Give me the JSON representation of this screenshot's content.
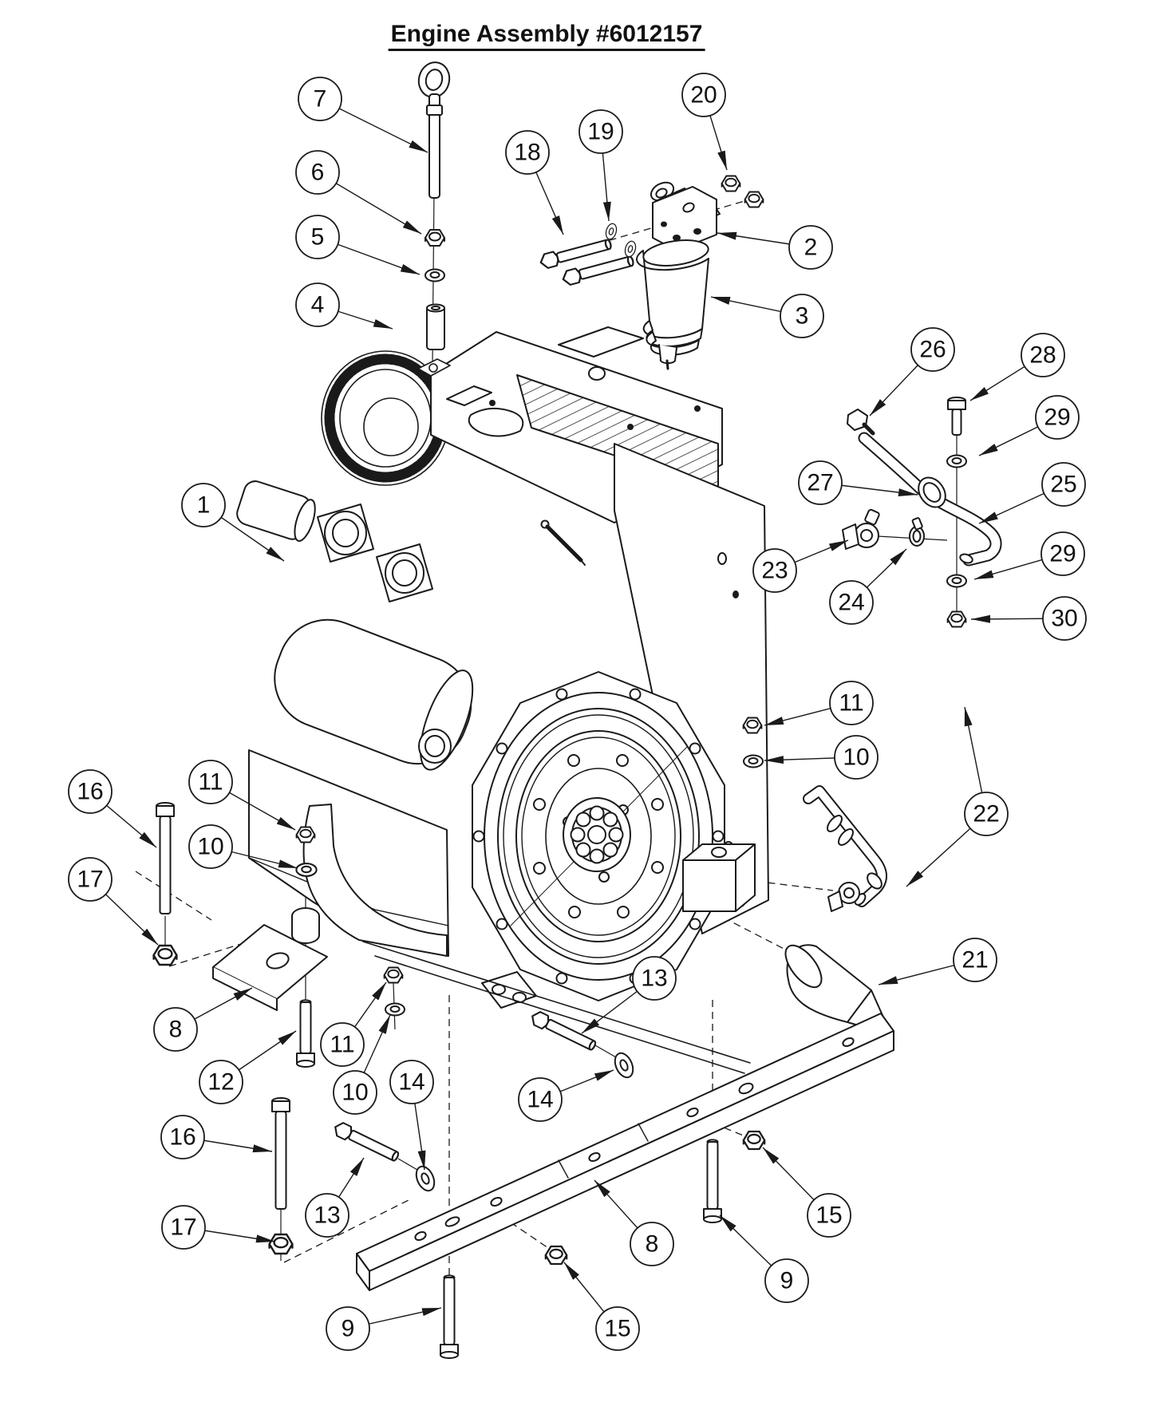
{
  "page": {
    "background": "#ffffff",
    "line_color": "#1a1a1a"
  },
  "header": {
    "title": "Engine Assembly #6012157"
  },
  "diagram": {
    "type": "exploded-parts-diagram",
    "balloons": [
      {
        "label": "7"
      },
      {
        "label": "6"
      },
      {
        "label": "5"
      },
      {
        "label": "4"
      },
      {
        "label": "18"
      },
      {
        "label": "19"
      },
      {
        "label": "20"
      },
      {
        "label": "2"
      },
      {
        "label": "3"
      },
      {
        "label": "26"
      },
      {
        "label": "28"
      },
      {
        "label": "29"
      },
      {
        "label": "27"
      },
      {
        "label": "25"
      },
      {
        "label": "23"
      },
      {
        "label": "24"
      },
      {
        "label": "29"
      },
      {
        "label": "30"
      },
      {
        "label": "1"
      },
      {
        "label": "11"
      },
      {
        "label": "10"
      },
      {
        "label": "22"
      },
      {
        "label": "21"
      },
      {
        "label": "16"
      },
      {
        "label": "17"
      },
      {
        "label": "11"
      },
      {
        "label": "10"
      },
      {
        "label": "8"
      },
      {
        "label": "12"
      },
      {
        "label": "11"
      },
      {
        "label": "10"
      },
      {
        "label": "13"
      },
      {
        "label": "14"
      },
      {
        "label": "14"
      },
      {
        "label": "16"
      },
      {
        "label": "13"
      },
      {
        "label": "17"
      },
      {
        "label": "9"
      },
      {
        "label": "15"
      },
      {
        "label": "8"
      },
      {
        "label": "9"
      },
      {
        "label": "15"
      }
    ]
  }
}
